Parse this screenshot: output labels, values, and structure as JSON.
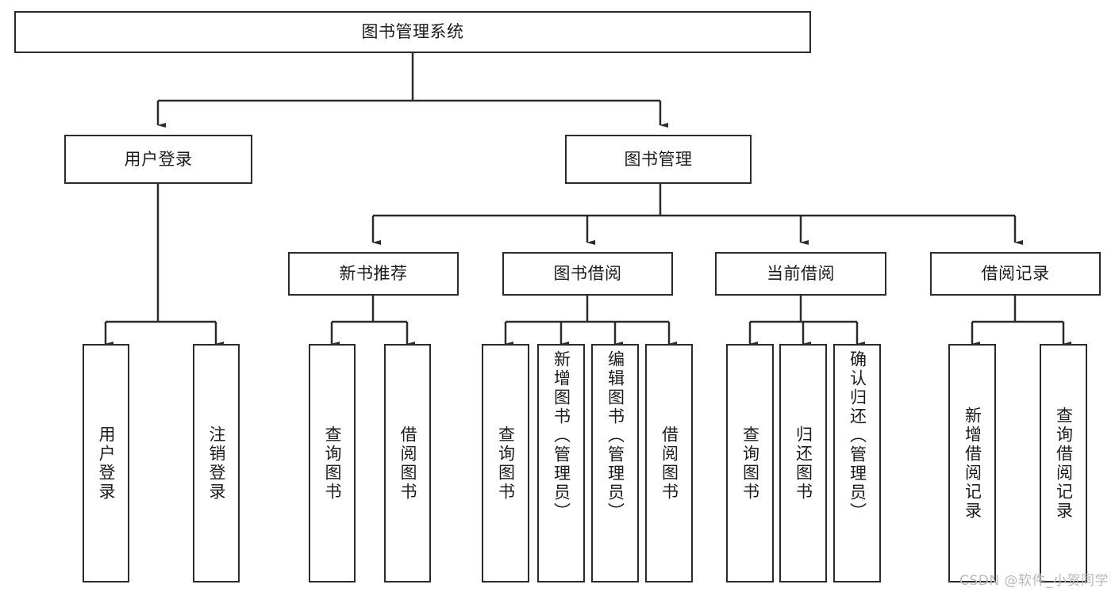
{
  "diagram": {
    "title": "图书管理系统",
    "type": "tree",
    "watermark": "CSDN @软件_小贺同学",
    "root": {
      "id": "root",
      "label": "图书管理系统"
    },
    "level2": [
      {
        "id": "user-login",
        "label": "用户登录"
      },
      {
        "id": "book-manage",
        "label": "图书管理"
      }
    ],
    "level3": [
      {
        "id": "new-book-rec",
        "label": "新书推荐"
      },
      {
        "id": "book-borrow",
        "label": "图书借阅"
      },
      {
        "id": "current-borrow",
        "label": "当前借阅"
      },
      {
        "id": "borrow-record",
        "label": "借阅记录"
      }
    ],
    "leaves": {
      "user_login": [
        {
          "id": "leaf-user-login",
          "label": "用户登录"
        },
        {
          "id": "leaf-logout",
          "label": "注销登录"
        }
      ],
      "new_book_rec": [
        {
          "id": "leaf-query-book-1",
          "label": "查询图书"
        },
        {
          "id": "leaf-borrow-book-1",
          "label": "借阅图书"
        }
      ],
      "book_borrow": [
        {
          "id": "leaf-query-book-2",
          "label": "查询图书"
        },
        {
          "id": "leaf-add-book",
          "label": "新增图书（管理员）"
        },
        {
          "id": "leaf-edit-book",
          "label": "编辑图书（管理员）"
        },
        {
          "id": "leaf-borrow-book-2",
          "label": "借阅图书"
        }
      ],
      "current_borrow": [
        {
          "id": "leaf-query-book-3",
          "label": "查询图书"
        },
        {
          "id": "leaf-return-book",
          "label": "归还图书"
        },
        {
          "id": "leaf-confirm-return",
          "label": "确认归还（管理员）"
        }
      ],
      "borrow_record": [
        {
          "id": "leaf-add-record",
          "label": "新增借阅记录"
        },
        {
          "id": "leaf-query-record",
          "label": "查询借阅记录"
        }
      ]
    },
    "colors": {
      "stroke": "#2b2b2b",
      "fill": "#ffffff",
      "text": "#1c1c1c",
      "watermark": "#b9b9b9"
    }
  }
}
